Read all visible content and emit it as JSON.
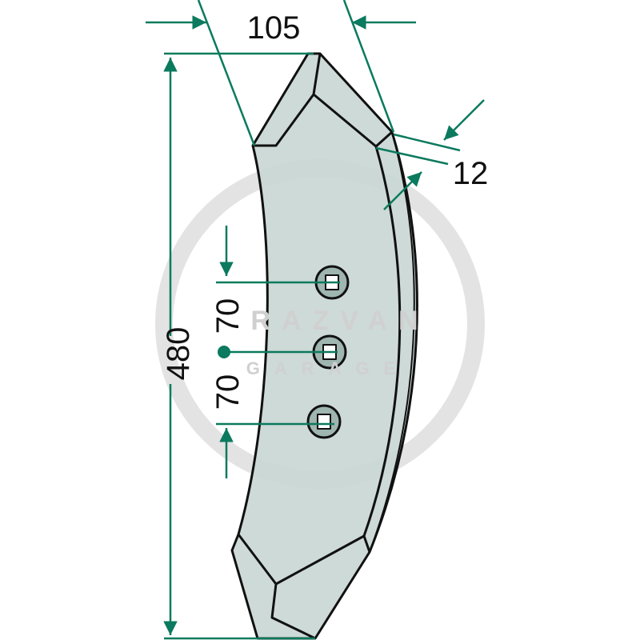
{
  "watermark": {
    "line1": "RAZVAN",
    "line2": "GARAGE"
  },
  "dimensions": {
    "width": "105",
    "thickness": "12",
    "length": "480",
    "hole_spacing_upper": "70",
    "hole_spacing_lower": "70"
  },
  "colors": {
    "dimension_line": "#0b7a5e",
    "part_fill": "#c8d6d3",
    "outline": "#111111"
  }
}
